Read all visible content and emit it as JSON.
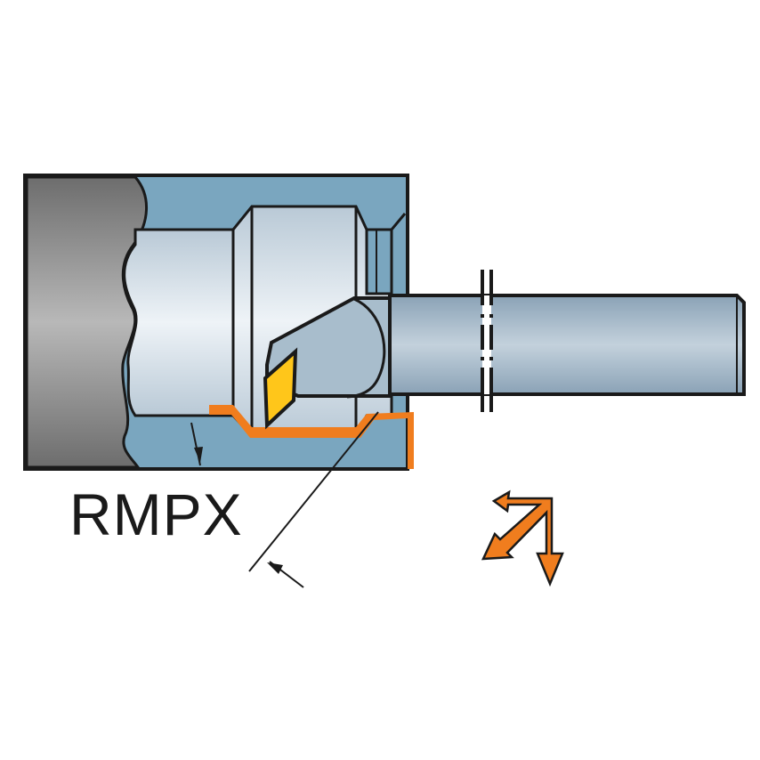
{
  "diagram": {
    "title": "RMPX",
    "description": "Internal boring/turning tool operation cross-section",
    "components": [
      "workpiece-chuck",
      "workpiece-bore",
      "boring-bar-shank",
      "cutting-insert",
      "machined-profile",
      "feed-direction-arrows"
    ],
    "colors": {
      "workpiece_section": "#7aa6bf",
      "chuck_gray": "#8c8c8c",
      "bore_surface": "#c9d6e0",
      "shank": "#a9bccb",
      "insert": "#ffc61a",
      "machined_path": "#f07d1e",
      "outline": "#1a1a1a"
    },
    "annotations": {
      "bore_dimension_arrow": "radial",
      "approach_angle_arrow": "angle"
    },
    "feed_directions": [
      "axial-left",
      "diagonal",
      "radial-down"
    ]
  }
}
